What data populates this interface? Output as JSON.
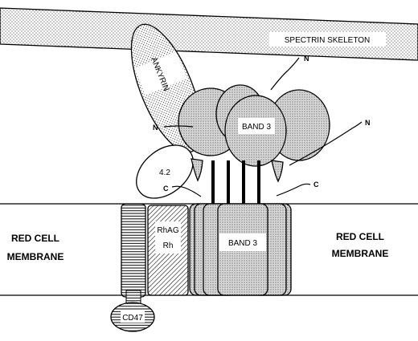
{
  "labels": {
    "spectrin": "SPECTRIN SKELETON",
    "ankyrin": "ANKYRIN",
    "band3_top": "BAND 3",
    "band3_membrane": "BAND 3",
    "protein42": "4.2",
    "rhag": "RhAG",
    "rh": "Rh",
    "cd47": "CD47",
    "membrane_left_1": "RED CELL",
    "membrane_left_2": "MEMBRANE",
    "membrane_right_1": "RED CELL",
    "membrane_right_2": "MEMBRANE",
    "n_top": "N",
    "n_left": "N",
    "n_right": "N",
    "c_left": "C",
    "c_right": "C"
  }
}
